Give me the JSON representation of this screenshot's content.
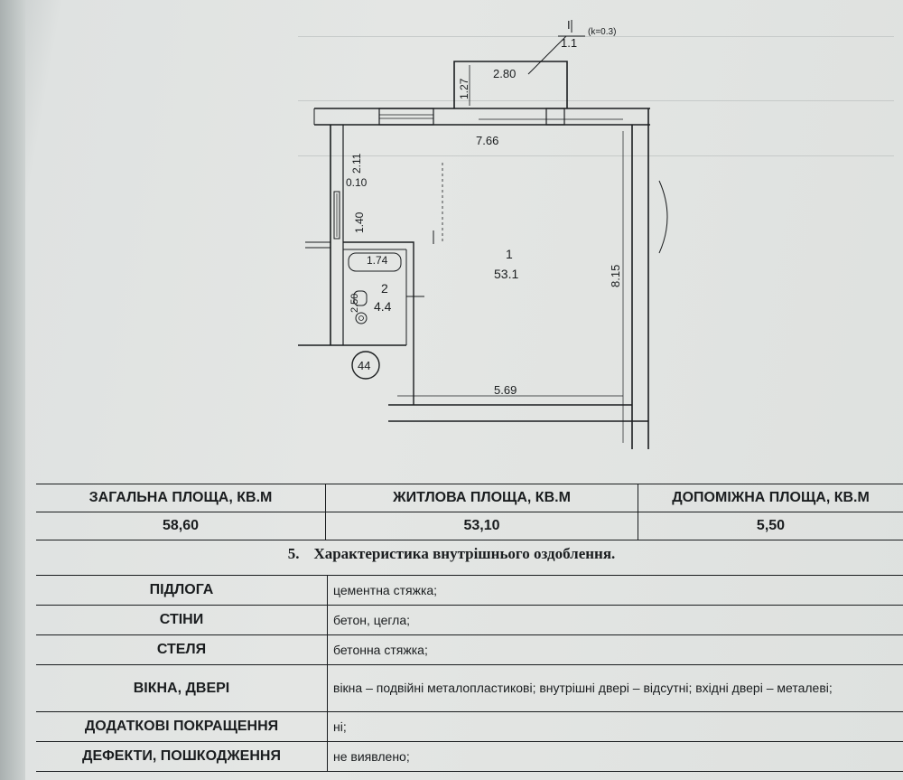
{
  "plan": {
    "room1_number": "1",
    "room1_area": "53.1",
    "room2_number": "2",
    "room2_area": "4.4",
    "apartment_number": "44",
    "balcony_mark": "I",
    "balcony_area": "1.1",
    "balcony_coef": "(k=0.3)",
    "dims": {
      "balcony_width": "2.80",
      "balcony_depth": "1.27",
      "room1_width": "7.66",
      "room1_depth": "8.15",
      "bottom_width": "5.69",
      "bath_width": "1.74",
      "bath_depth": "2.50",
      "corridor_top": "2.11",
      "corridor_gap": "0.10",
      "corridor_mid": "1.40"
    }
  },
  "areas": {
    "headers": [
      "ЗАГАЛЬНА ПЛОЩА, КВ.М",
      "ЖИТЛОВА ПЛОЩА,  КВ.М",
      "ДОПОМІЖНА ПЛОЩА,  КВ.М"
    ],
    "values": [
      "58,60",
      "53,10",
      "5,50"
    ]
  },
  "finish": {
    "section_number": "5.",
    "section_title": "Характеристика внутрішнього оздоблення.",
    "rows": [
      {
        "label": "ПІДЛОГА",
        "value": "цементна стяжка;"
      },
      {
        "label": "СТІНИ",
        "value": "бетон, цегла;"
      },
      {
        "label": "СТЕЛЯ",
        "value": "бетонна стяжка;"
      },
      {
        "label": "ВІКНА, ДВЕРІ",
        "value": "вікна –  подвійні металопластикові; внутрішні двері – відсутні; вхідні двері – металеві;"
      },
      {
        "label": "ДОДАТКОВІ ПОКРАЩЕННЯ",
        "value": "ні;"
      },
      {
        "label": "ДЕФЕКТИ, ПОШКОДЖЕННЯ",
        "value": "не виявлено;"
      }
    ]
  }
}
